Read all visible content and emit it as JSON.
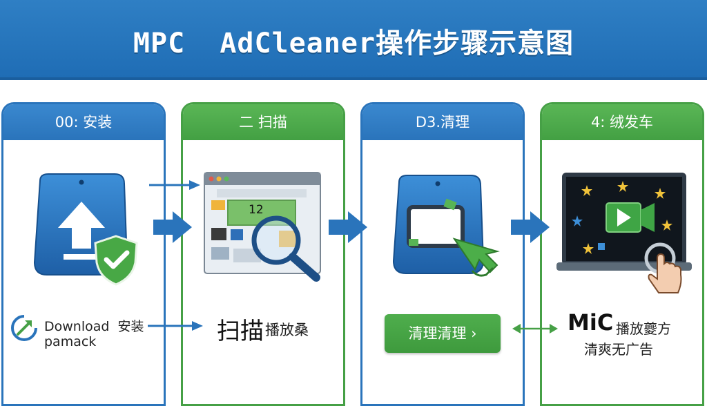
{
  "header": {
    "title": "MPC  AdCleaner操作步骤示意图"
  },
  "steps": [
    {
      "label": "00: 安装"
    },
    {
      "label": "二 扫描"
    },
    {
      "label": "D3.清理"
    },
    {
      "label": "4: 绒发车"
    }
  ],
  "step1": {
    "caption_line1": "Download  安装",
    "caption_line2": "pamack"
  },
  "step2": {
    "caption_big": "扫描",
    "caption_small": "播放桑",
    "screen_number": "12"
  },
  "step3": {
    "button_label": "清理清理 ›"
  },
  "step4": {
    "caption_brand": "MiC",
    "caption_line1": "播放夔方",
    "caption_line2": "清爽无广告"
  },
  "colors": {
    "blue": "#2a74bb",
    "green": "#46a046",
    "header": "#1f6db5"
  }
}
